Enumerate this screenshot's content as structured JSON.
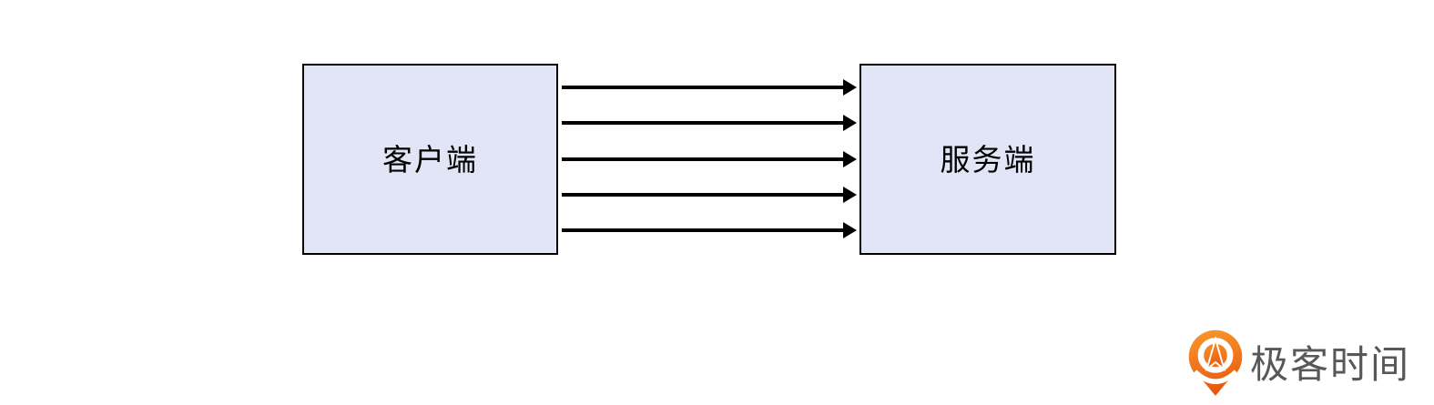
{
  "diagram": {
    "client_box": {
      "label": "客户端"
    },
    "server_box": {
      "label": "服务端"
    },
    "connections": {
      "count": 5,
      "from": "client_box",
      "to": "server_box",
      "direction": "left-to-right"
    }
  },
  "branding": {
    "logo_text": "极客时间",
    "logo_icon": "geektime-pin-icon"
  },
  "colors": {
    "box_fill": "#e1e5f5",
    "box_border": "#000000",
    "arrow": "#000000",
    "logo_orange_top": "#f79a2d",
    "logo_orange_bottom": "#e8590f",
    "logo_text_gray": "#595757",
    "background": "#ffffff"
  }
}
